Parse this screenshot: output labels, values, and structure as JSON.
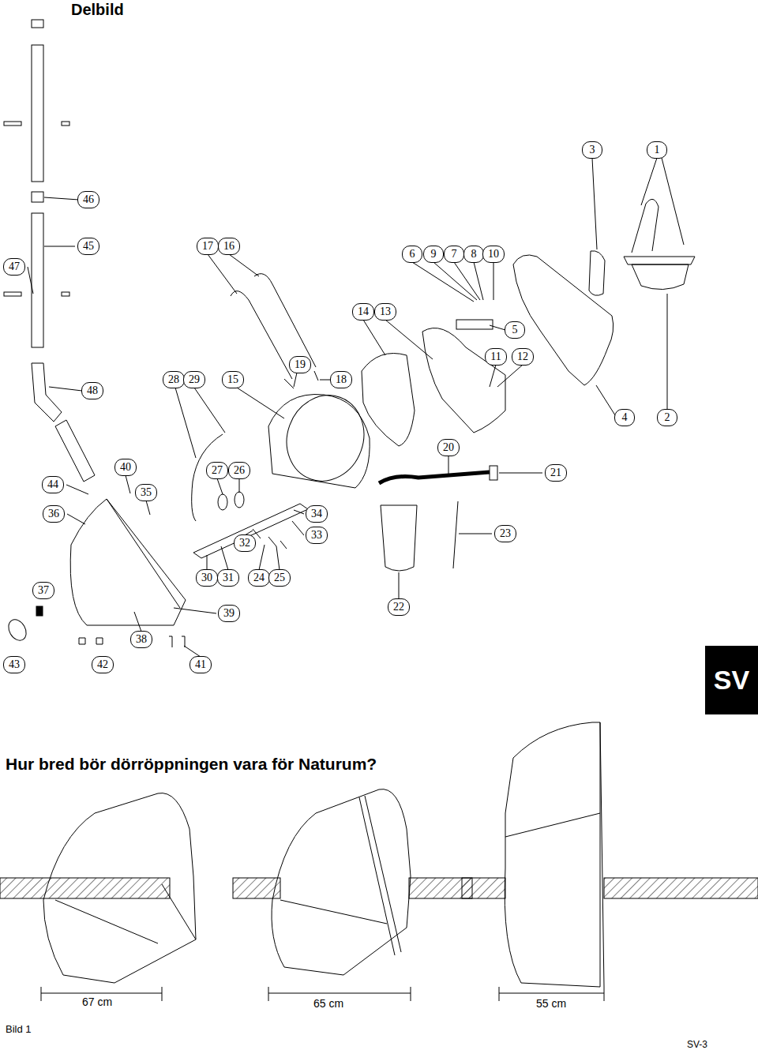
{
  "diagram": {
    "title": "Delbild",
    "nodes": [
      {
        "text": [
          "3"
        ]
      },
      {
        "text": [
          "1"
        ]
      },
      {
        "text": [
          "46"
        ]
      },
      {
        "text": [
          "47"
        ]
      },
      {
        "text": [
          "45"
        ]
      },
      {
        "text": [
          "17"
        ]
      },
      {
        "text": [
          "16"
        ]
      },
      {
        "text": [
          "6"
        ]
      },
      {
        "text": [
          "9"
        ]
      },
      {
        "text": [
          "7"
        ]
      },
      {
        "text": [
          "8"
        ]
      },
      {
        "text": [
          "10"
        ]
      },
      {
        "text": [
          "14"
        ]
      },
      {
        "text": [
          "13"
        ]
      },
      {
        "text": [
          "5"
        ]
      },
      {
        "text": [
          "48"
        ]
      },
      {
        "text": [
          "28"
        ]
      },
      {
        "text": [
          "29"
        ]
      },
      {
        "text": [
          "15"
        ]
      },
      {
        "text": [
          "19"
        ]
      },
      {
        "text": [
          "18"
        ]
      },
      {
        "text": [
          "11"
        ]
      },
      {
        "text": [
          "12"
        ]
      },
      {
        "text": [
          "4"
        ]
      },
      {
        "text": [
          "2"
        ]
      },
      {
        "text": [
          "20"
        ]
      },
      {
        "text": [
          "44"
        ]
      },
      {
        "text": [
          "40"
        ]
      },
      {
        "text": [
          "35"
        ]
      },
      {
        "text": [
          "27"
        ]
      },
      {
        "text": [
          "26"
        ]
      },
      {
        "text": [
          "21"
        ]
      },
      {
        "text": [
          "36"
        ]
      },
      {
        "text": [
          "34"
        ]
      },
      {
        "text": [
          "32"
        ]
      },
      {
        "text": [
          "33"
        ]
      },
      {
        "text": [
          "23"
        ]
      },
      {
        "text": [
          "37"
        ]
      },
      {
        "text": [
          "30"
        ]
      },
      {
        "text": [
          "31"
        ]
      },
      {
        "text": [
          "24"
        ]
      },
      {
        "text": [
          "25"
        ]
      },
      {
        "text": [
          "39"
        ]
      },
      {
        "text": [
          "22"
        ]
      },
      {
        "text": [
          "38"
        ]
      },
      {
        "text": [
          "43"
        ]
      },
      {
        "text": [
          "42"
        ]
      },
      {
        "text": [
          "41"
        ]
      },
      {
        "text": [
          "SV"
        ]
      }
    ],
    "labels": [
      "Hur bred bör dörröppningen vara för Naturum?",
      "67 cm",
      "65 cm",
      "55 cm",
      "Bild 1",
      "SV-3"
    ]
  }
}
